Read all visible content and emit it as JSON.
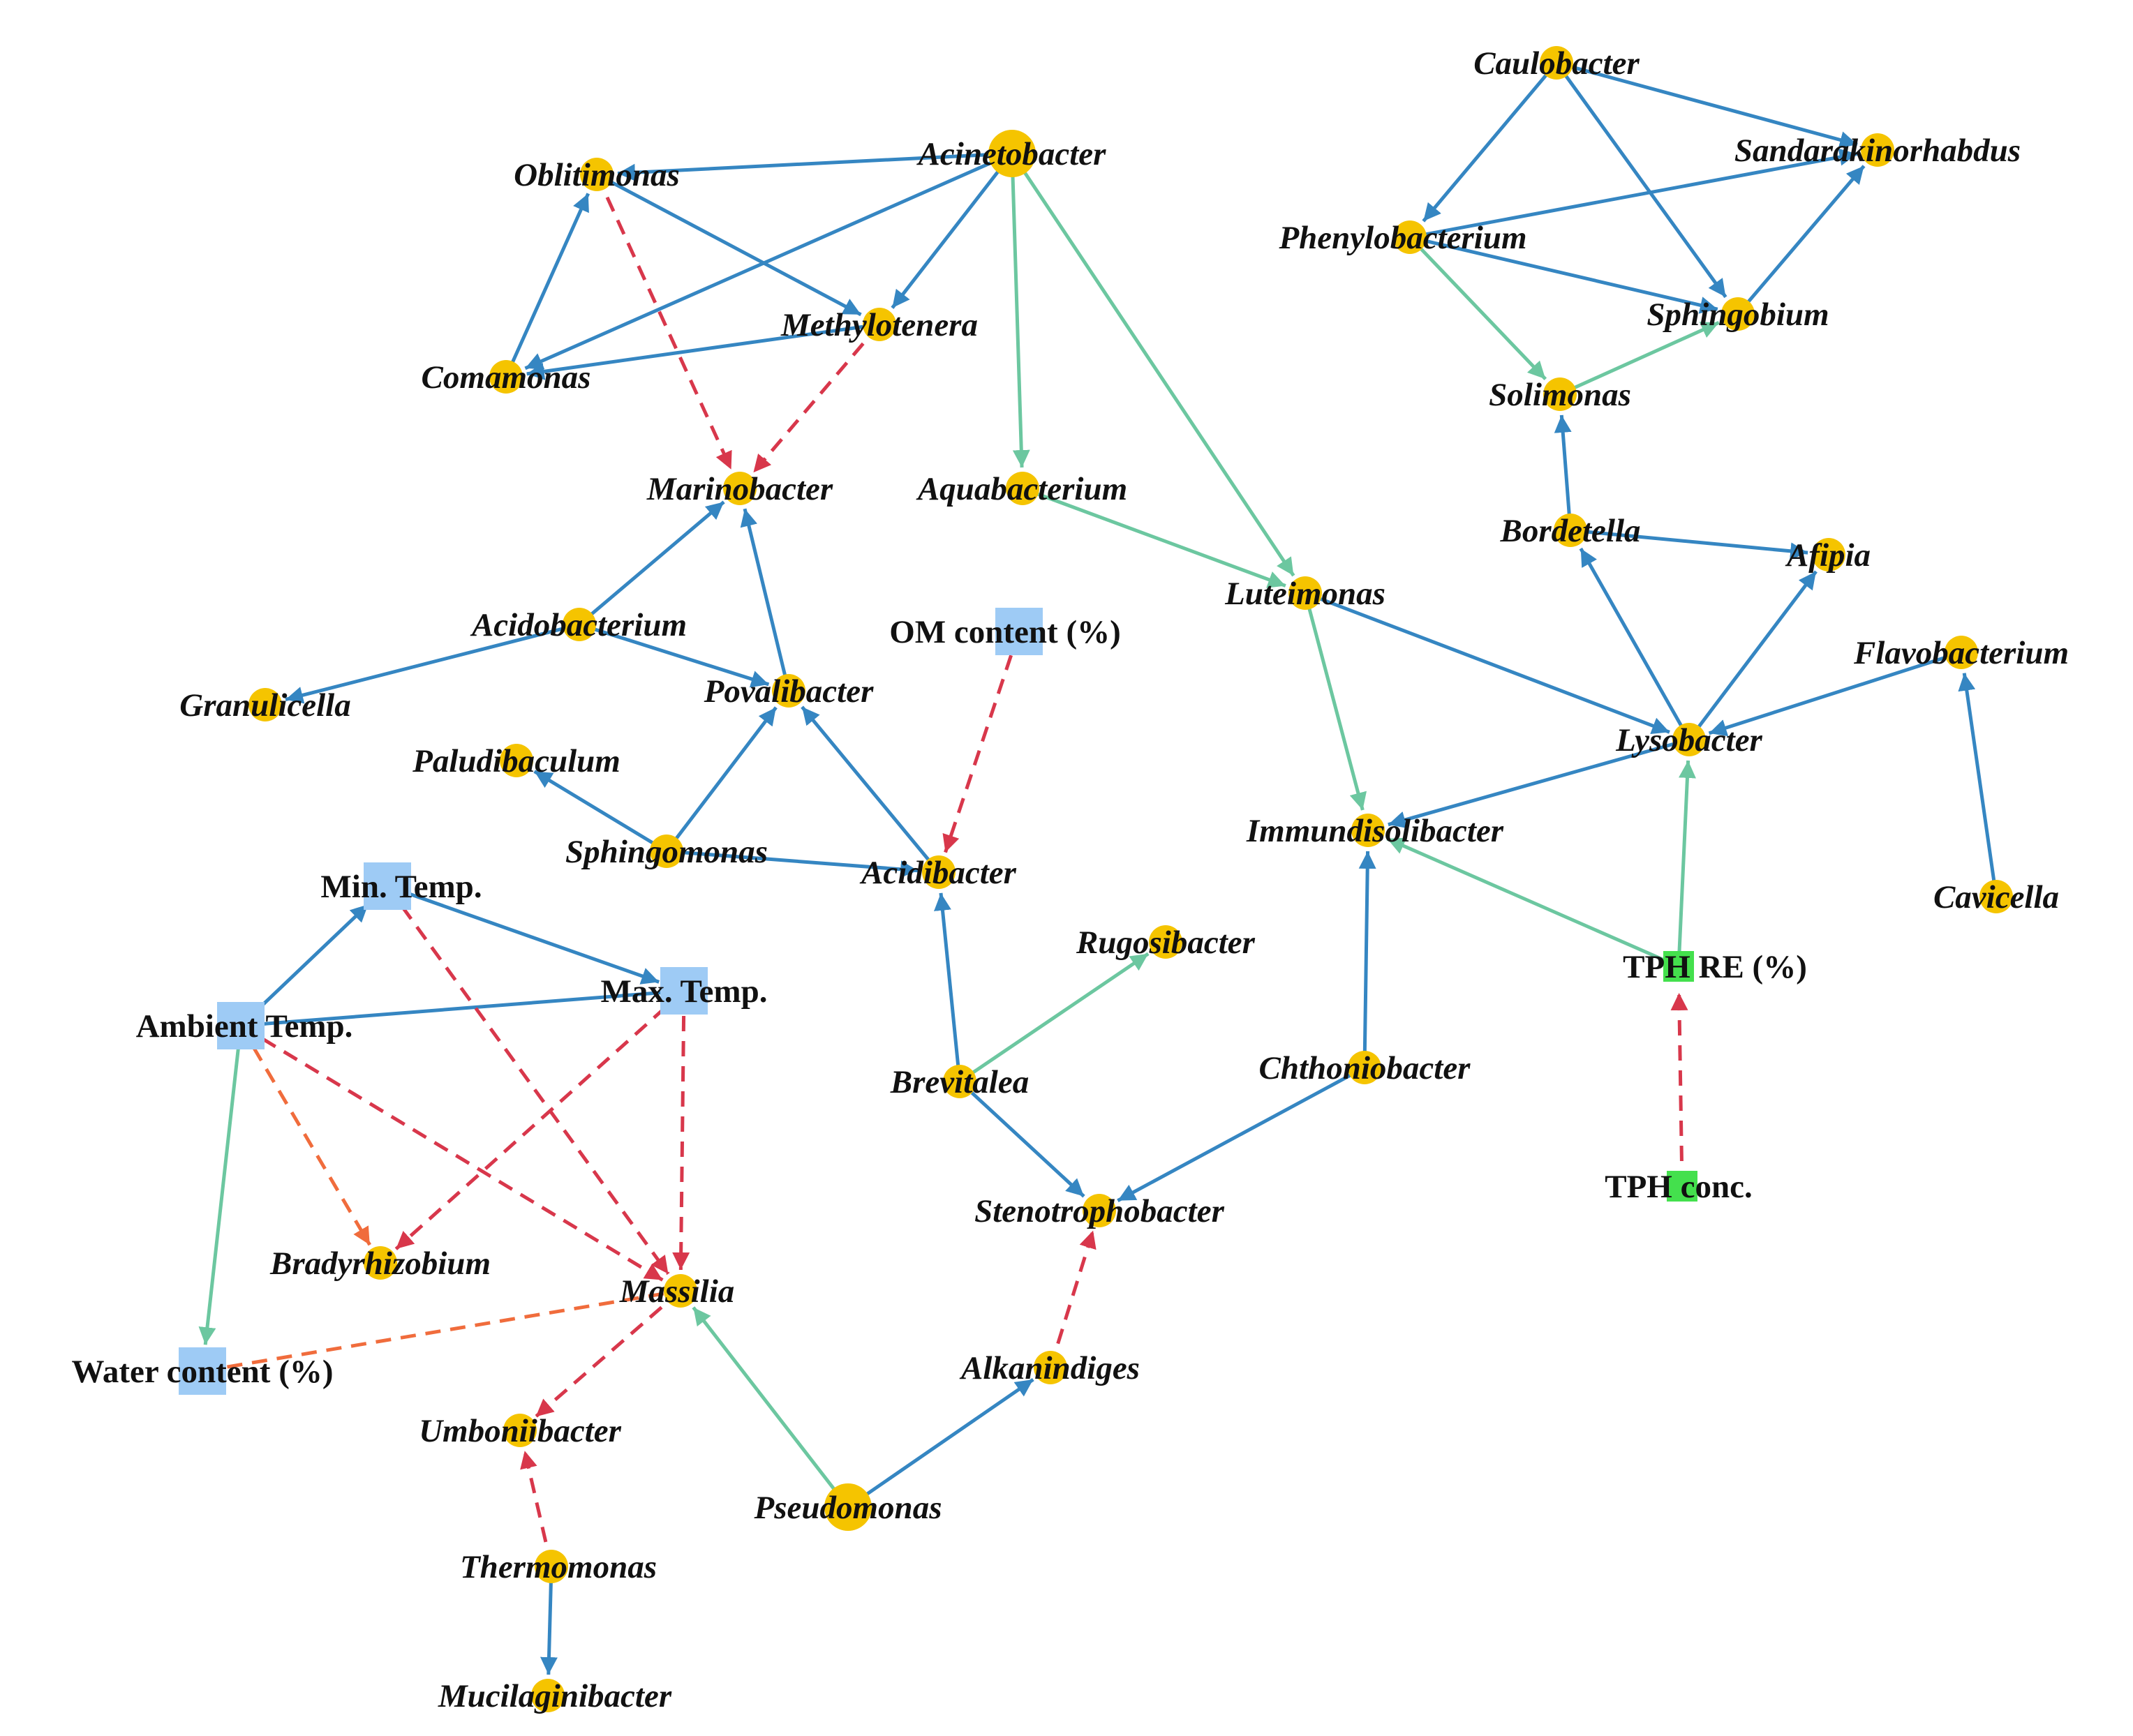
{
  "colors": {
    "edge_solid_blue": "#3586c2",
    "edge_solid_green": "#6cc7a0",
    "edge_dashed_red": "#d8374b",
    "edge_dashed_orange": "#f06c3c",
    "node_genus": "#f5c400",
    "node_environment": "#9ecbf5",
    "node_tph": "#44e04d"
  },
  "nodes": [
    {
      "id": "caulobacter",
      "label": "Caulobacter",
      "kind": "genus"
    },
    {
      "id": "sandarakinorhabdus",
      "label": "Sandarakinorhabdus",
      "kind": "genus"
    },
    {
      "id": "phenylobacterium",
      "label": "Phenylobacterium",
      "kind": "genus"
    },
    {
      "id": "sphingobium",
      "label": "Sphingobium",
      "kind": "genus"
    },
    {
      "id": "solimonas",
      "label": "Solimonas",
      "kind": "genus"
    },
    {
      "id": "bordetella",
      "label": "Bordetella",
      "kind": "genus"
    },
    {
      "id": "afipia",
      "label": "Afipia",
      "kind": "genus"
    },
    {
      "id": "flavobacterium",
      "label": "Flavobacterium",
      "kind": "genus"
    },
    {
      "id": "lysobacter",
      "label": "Lysobacter",
      "kind": "genus"
    },
    {
      "id": "cavicella",
      "label": "Cavicella",
      "kind": "genus"
    },
    {
      "id": "tph_re",
      "label": "TPH RE (%)",
      "kind": "tph"
    },
    {
      "id": "tph_conc",
      "label": "TPH conc.",
      "kind": "tph"
    },
    {
      "id": "acinetobacter",
      "label": "Acinetobacter",
      "kind": "genus",
      "large": true
    },
    {
      "id": "oblitimonas",
      "label": "Oblitimonas",
      "kind": "genus"
    },
    {
      "id": "methylotenera",
      "label": "Methylotenera",
      "kind": "genus"
    },
    {
      "id": "comamonas",
      "label": "Comamonas",
      "kind": "genus"
    },
    {
      "id": "marinobacter",
      "label": "Marinobacter",
      "kind": "genus"
    },
    {
      "id": "aquabacterium",
      "label": "Aquabacterium",
      "kind": "genus"
    },
    {
      "id": "luteimonas",
      "label": "Luteimonas",
      "kind": "genus"
    },
    {
      "id": "immundisolibacter",
      "label": "Immundisolibacter",
      "kind": "genus"
    },
    {
      "id": "acidobacterium",
      "label": "Acidobacterium",
      "kind": "genus"
    },
    {
      "id": "granulicella",
      "label": "Granulicella",
      "kind": "genus"
    },
    {
      "id": "povalibacter",
      "label": "Povalibacter",
      "kind": "genus"
    },
    {
      "id": "om_content",
      "label": "OM content (%)",
      "kind": "environment"
    },
    {
      "id": "paludibaculum",
      "label": "Paludibaculum",
      "kind": "genus"
    },
    {
      "id": "sphingomonas",
      "label": "Sphingomonas",
      "kind": "genus"
    },
    {
      "id": "acidibacter",
      "label": "Acidibacter",
      "kind": "genus"
    },
    {
      "id": "min_temp",
      "label": "Min. Temp.",
      "kind": "environment"
    },
    {
      "id": "max_temp",
      "label": "Max. Temp.",
      "kind": "environment"
    },
    {
      "id": "ambient_temp",
      "label": "Ambient Temp.",
      "kind": "environment"
    },
    {
      "id": "rugosibacter",
      "label": "Rugosibacter",
      "kind": "genus"
    },
    {
      "id": "brevitalea",
      "label": "Brevitalea",
      "kind": "genus"
    },
    {
      "id": "chthoniobacter",
      "label": "Chthoniobacter",
      "kind": "genus"
    },
    {
      "id": "stenotrophobacter",
      "label": "Stenotrophobacter",
      "kind": "genus"
    },
    {
      "id": "bradyrhizobium",
      "label": "Bradyrhizobium",
      "kind": "genus"
    },
    {
      "id": "massilia",
      "label": "Massilia",
      "kind": "genus"
    },
    {
      "id": "water_content",
      "label": "Water content (%)",
      "kind": "environment"
    },
    {
      "id": "alkanindiges",
      "label": "Alkanindiges",
      "kind": "genus"
    },
    {
      "id": "umboniibacter",
      "label": "Umboniibacter",
      "kind": "genus"
    },
    {
      "id": "pseudomonas",
      "label": "Pseudomonas",
      "kind": "genus",
      "large": true
    },
    {
      "id": "thermomonas",
      "label": "Thermomonas",
      "kind": "genus"
    },
    {
      "id": "mucilaginibacter",
      "label": "Mucilaginibacter",
      "kind": "genus"
    }
  ],
  "edges": [
    {
      "from": "caulobacter",
      "to": "sandarakinorhabdus",
      "style": "solid_blue"
    },
    {
      "from": "caulobacter",
      "to": "phenylobacterium",
      "style": "solid_blue"
    },
    {
      "from": "caulobacter",
      "to": "sphingobium",
      "style": "solid_blue"
    },
    {
      "from": "phenylobacterium",
      "to": "sandarakinorhabdus",
      "style": "solid_blue"
    },
    {
      "from": "phenylobacterium",
      "to": "sphingobium",
      "style": "solid_blue"
    },
    {
      "from": "sphingobium",
      "to": "sandarakinorhabdus",
      "style": "solid_blue"
    },
    {
      "from": "phenylobacterium",
      "to": "solimonas",
      "style": "solid_green"
    },
    {
      "from": "solimonas",
      "to": "sphingobium",
      "style": "solid_green"
    },
    {
      "from": "bordetella",
      "to": "solimonas",
      "style": "solid_blue"
    },
    {
      "from": "bordetella",
      "to": "afipia",
      "style": "solid_blue"
    },
    {
      "from": "lysobacter",
      "to": "bordetella",
      "style": "solid_blue"
    },
    {
      "from": "lysobacter",
      "to": "afipia",
      "style": "solid_blue"
    },
    {
      "from": "flavobacterium",
      "to": "lysobacter",
      "style": "solid_blue"
    },
    {
      "from": "cavicella",
      "to": "flavobacterium",
      "style": "solid_blue"
    },
    {
      "from": "tph_re",
      "to": "lysobacter",
      "style": "solid_green"
    },
    {
      "from": "tph_re",
      "to": "immundisolibacter",
      "style": "solid_green"
    },
    {
      "from": "tph_conc",
      "to": "tph_re",
      "style": "dashed_red"
    },
    {
      "from": "lysobacter",
      "to": "immundisolibacter",
      "style": "solid_blue"
    },
    {
      "from": "luteimonas",
      "to": "lysobacter",
      "style": "solid_blue"
    },
    {
      "from": "luteimonas",
      "to": "immundisolibacter",
      "style": "solid_green"
    },
    {
      "from": "acinetobacter",
      "to": "oblitimonas",
      "style": "solid_blue"
    },
    {
      "from": "acinetobacter",
      "to": "comamonas",
      "style": "solid_blue"
    },
    {
      "from": "acinetobacter",
      "to": "methylotenera",
      "style": "solid_blue"
    },
    {
      "from": "acinetobacter",
      "to": "aquabacterium",
      "style": "solid_green"
    },
    {
      "from": "acinetobacter",
      "to": "luteimonas",
      "style": "solid_green"
    },
    {
      "from": "oblitimonas",
      "to": "methylotenera",
      "style": "solid_blue"
    },
    {
      "from": "comamonas",
      "to": "oblitimonas",
      "style": "solid_blue"
    },
    {
      "from": "methylotenera",
      "to": "comamonas",
      "style": "solid_blue"
    },
    {
      "from": "oblitimonas",
      "to": "marinobacter",
      "style": "dashed_red"
    },
    {
      "from": "methylotenera",
      "to": "marinobacter",
      "style": "dashed_red"
    },
    {
      "from": "aquabacterium",
      "to": "luteimonas",
      "style": "solid_green"
    },
    {
      "from": "acidobacterium",
      "to": "marinobacter",
      "style": "solid_blue"
    },
    {
      "from": "acidobacterium",
      "to": "granulicella",
      "style": "solid_blue"
    },
    {
      "from": "acidobacterium",
      "to": "povalibacter",
      "style": "solid_blue"
    },
    {
      "from": "povalibacter",
      "to": "marinobacter",
      "style": "solid_blue"
    },
    {
      "from": "sphingomonas",
      "to": "povalibacter",
      "style": "solid_blue"
    },
    {
      "from": "sphingomonas",
      "to": "paludibaculum",
      "style": "solid_blue"
    },
    {
      "from": "sphingomonas",
      "to": "acidibacter",
      "style": "solid_blue"
    },
    {
      "from": "acidibacter",
      "to": "povalibacter",
      "style": "solid_blue"
    },
    {
      "from": "om_content",
      "to": "acidibacter",
      "style": "dashed_red"
    },
    {
      "from": "brevitalea",
      "to": "acidibacter",
      "style": "solid_blue"
    },
    {
      "from": "brevitalea",
      "to": "rugosibacter",
      "style": "solid_green"
    },
    {
      "from": "brevitalea",
      "to": "stenotrophobacter",
      "style": "solid_blue"
    },
    {
      "from": "chthoniobacter",
      "to": "stenotrophobacter",
      "style": "solid_blue"
    },
    {
      "from": "chthoniobacter",
      "to": "immundisolibacter",
      "style": "solid_blue"
    },
    {
      "from": "alkanindiges",
      "to": "stenotrophobacter",
      "style": "dashed_red"
    },
    {
      "from": "pseudomonas",
      "to": "alkanindiges",
      "style": "solid_blue"
    },
    {
      "from": "pseudomonas",
      "to": "massilia",
      "style": "solid_green"
    },
    {
      "from": "ambient_temp",
      "to": "min_temp",
      "style": "solid_blue"
    },
    {
      "from": "min_temp",
      "to": "max_temp",
      "style": "solid_blue"
    },
    {
      "from": "max_temp",
      "to": "ambient_temp",
      "style": "solid_blue_noarrow"
    },
    {
      "from": "ambient_temp",
      "to": "water_content",
      "style": "solid_green"
    },
    {
      "from": "ambient_temp",
      "to": "bradyrhizobium",
      "style": "dashed_orange"
    },
    {
      "from": "ambient_temp",
      "to": "massilia",
      "style": "dashed_red"
    },
    {
      "from": "min_temp",
      "to": "massilia",
      "style": "dashed_red"
    },
    {
      "from": "max_temp",
      "to": "massilia",
      "style": "dashed_red"
    },
    {
      "from": "max_temp",
      "to": "bradyrhizobium",
      "style": "dashed_red"
    },
    {
      "from": "water_content",
      "to": "massilia",
      "style": "dashed_orange_noarrow"
    },
    {
      "from": "massilia",
      "to": "umboniibacter",
      "style": "dashed_red"
    },
    {
      "from": "thermomonas",
      "to": "umboniibacter",
      "style": "dashed_red"
    },
    {
      "from": "thermomonas",
      "to": "mucilaginibacter",
      "style": "solid_blue"
    }
  ]
}
